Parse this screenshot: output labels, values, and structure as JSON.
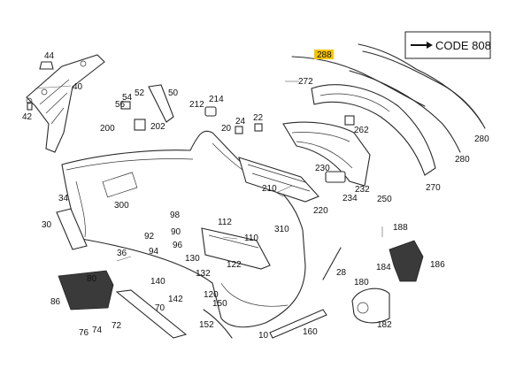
{
  "code_badge": {
    "arrow": "→",
    "text": "CODE 808"
  },
  "highlighted_part": "288",
  "part_labels": {
    "l44": "44",
    "l40": "40",
    "l42": "42",
    "l52": "52",
    "l54": "54",
    "l56": "56",
    "l50": "50",
    "l214": "214",
    "l212": "212",
    "l200": "200",
    "l202": "202",
    "l24": "24",
    "l22": "22",
    "l20": "20",
    "l272": "272",
    "l288": "288",
    "l262": "262",
    "l280a": "280",
    "l280b": "280",
    "l270": "270",
    "l250": "250",
    "l230": "230",
    "l232": "232",
    "l234": "234",
    "l220": "220",
    "l210": "210",
    "l300": "300",
    "l34": "34",
    "l30": "30",
    "l98": "98",
    "l112": "112",
    "l90": "90",
    "l92": "92",
    "l96": "96",
    "l94": "94",
    "l36": "36",
    "l110": "110",
    "l310": "310",
    "l188": "188",
    "l184": "184",
    "l186": "186",
    "l130": "130",
    "l132": "132",
    "l122": "122",
    "l28": "28",
    "l80": "80",
    "l140": "140",
    "l120": "120",
    "l142": "142",
    "l180": "180",
    "l86": "86",
    "l70": "70",
    "l150": "150",
    "l72": "72",
    "l74": "74",
    "l76": "76",
    "l152": "152",
    "l10": "10",
    "l160": "160",
    "l182": "182"
  }
}
